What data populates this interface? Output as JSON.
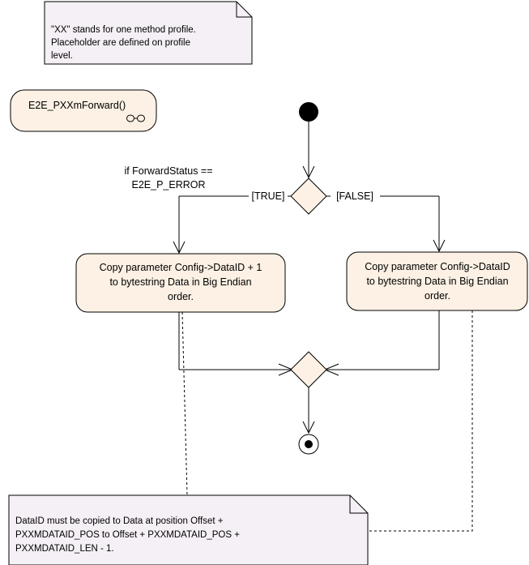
{
  "notes": {
    "top": {
      "lines": [
        "\"XX\" stands for one method profile.",
        "Placeholder are defined on profile",
        "level."
      ]
    },
    "bottom": {
      "lines": [
        "DataID must be copied to Data at position Offset +",
        "PXXMDATAID_POS to Offset + PXXMDATAID_POS +",
        "PXXMDATAID_LEN - 1."
      ]
    }
  },
  "activity": {
    "label": "E2E_PXXmForward()",
    "icon": "rake-icon"
  },
  "decision": {
    "condition_lines": [
      "if ForwardStatus ==",
      "E2E_P_ERROR"
    ],
    "true_guard": "[TRUE]",
    "false_guard": "[FALSE]"
  },
  "actions": {
    "left": {
      "lines": [
        "Copy parameter Config->DataID + 1",
        "to bytestring Data in Big Endian",
        "order."
      ]
    },
    "right": {
      "lines": [
        "Copy parameter Config->DataID",
        "to bytestring Data in Big Endian",
        "order."
      ]
    }
  },
  "colors": {
    "note_fill": "#f5f0f5",
    "action_fill": "#fcf1e4",
    "line": "#000000"
  }
}
